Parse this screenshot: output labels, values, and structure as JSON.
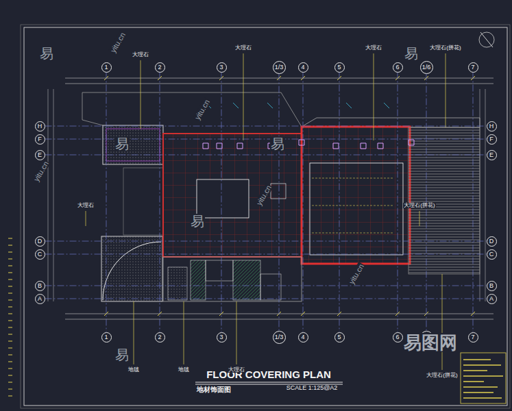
{
  "diagram": {
    "title": "FLOOR COVERING PLAN",
    "caption": "地材饰面图",
    "nodes": [
      {
        "text": [
          "1"
        ]
      },
      {
        "text": [
          "2"
        ]
      },
      {
        "text": [
          "3"
        ]
      },
      {
        "text": [
          "1/3"
        ]
      },
      {
        "text": [
          "4"
        ]
      },
      {
        "text": [
          "5"
        ]
      },
      {
        "text": [
          "6"
        ]
      },
      {
        "text": [
          "1/6"
        ]
      },
      {
        "text": [
          "7"
        ]
      },
      {
        "text": [
          "H"
        ]
      },
      {
        "text": [
          "F"
        ]
      },
      {
        "text": [
          "E"
        ]
      },
      {
        "text": [
          "D"
        ]
      },
      {
        "text": [
          "C"
        ]
      },
      {
        "text": [
          "B"
        ]
      },
      {
        "text": [
          "A"
        ]
      },
      {
        "text": [
          "H"
        ]
      },
      {
        "text": [
          "F"
        ]
      },
      {
        "text": [
          "E"
        ]
      },
      {
        "text": [
          "D"
        ]
      },
      {
        "text": [
          "C"
        ]
      },
      {
        "text": [
          "B"
        ]
      },
      {
        "text": [
          "A"
        ]
      },
      {
        "text": [
          "1"
        ]
      },
      {
        "text": [
          "2"
        ]
      },
      {
        "text": [
          "3"
        ]
      },
      {
        "text": [
          "1/3"
        ]
      },
      {
        "text": [
          "4"
        ]
      },
      {
        "text": [
          "5"
        ]
      },
      {
        "text": [
          "6"
        ]
      },
      {
        "text": [
          "1/6"
        ]
      },
      {
        "text": [
          "7"
        ]
      }
    ],
    "edges": [
      {
        "from": 0,
        "to": 23,
        "arrow": "none"
      },
      {
        "from": 1,
        "to": 24,
        "arrow": "none"
      },
      {
        "from": 2,
        "to": 25,
        "arrow": "none"
      },
      {
        "from": 3,
        "to": 26,
        "arrow": "none"
      },
      {
        "from": 4,
        "to": 27,
        "arrow": "none"
      },
      {
        "from": 5,
        "to": 28,
        "arrow": "none"
      },
      {
        "from": 6,
        "to": 29,
        "arrow": "none"
      },
      {
        "from": 7,
        "to": 30,
        "arrow": "none"
      },
      {
        "from": 8,
        "to": 31,
        "arrow": "none"
      },
      {
        "from": 9,
        "to": 16,
        "arrow": "none"
      },
      {
        "from": 10,
        "to": 17,
        "arrow": "none"
      },
      {
        "from": 11,
        "to": 18,
        "arrow": "none"
      },
      {
        "from": 12,
        "to": 19,
        "arrow": "none"
      },
      {
        "from": 13,
        "to": 20,
        "arrow": "none"
      },
      {
        "from": 14,
        "to": 21,
        "arrow": "none"
      },
      {
        "from": 15,
        "to": 22,
        "arrow": "none"
      }
    ],
    "labels": [
      "大理石",
      "大理石",
      "大理石",
      "大理石(拼花)",
      "大理石",
      "大理石(拼花)",
      "地毯",
      "地毯",
      "大理石",
      "大理石(拼花)",
      "SCALE 1:125@A2",
      "易",
      "易",
      "易",
      "易",
      "易",
      "易",
      "yitu.cn",
      "yitu.cn",
      "yitu.cn",
      "yitu.cn",
      "yitu.cn",
      "易图网"
    ]
  }
}
